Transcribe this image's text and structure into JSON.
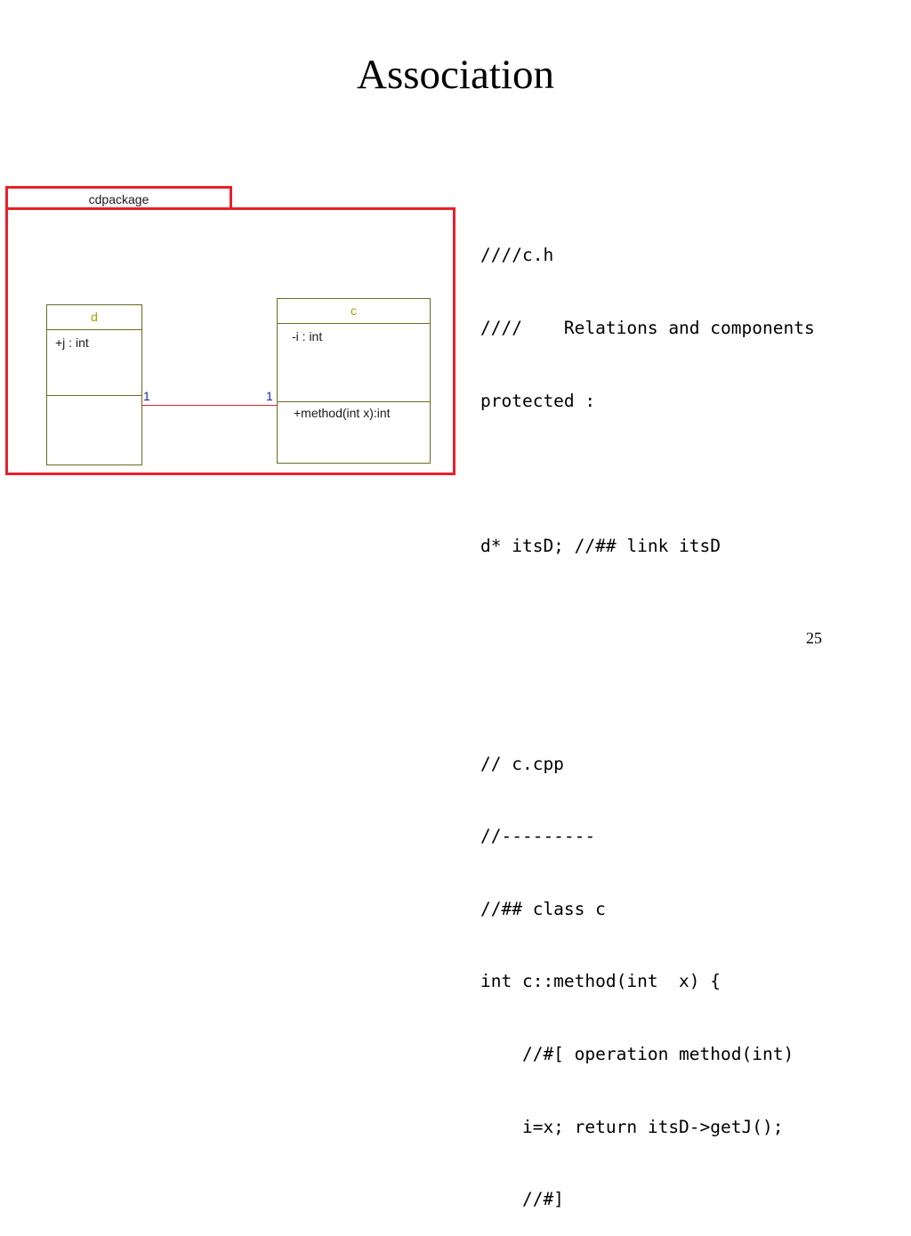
{
  "slide": {
    "title": "Association",
    "page_number": "25"
  },
  "diagram": {
    "package_name": "cdpackage",
    "classes": [
      {
        "name": "d",
        "attributes": [
          "+j : int"
        ],
        "operations": []
      },
      {
        "name": "c",
        "attributes": [
          "-i : int"
        ],
        "operations": [
          "+method(int x):int"
        ]
      }
    ],
    "association": {
      "multiplicity_d": "1",
      "multiplicity_c": "1"
    },
    "colors": {
      "package_border": "#e8202a",
      "association_line": "#e8202a",
      "class_name": "#a6a000",
      "multiplicity": "#2020c0"
    }
  },
  "code": {
    "lines": [
      "////c.h",
      "////    Relations and components",
      "protected :",
      "",
      "d* itsD; //## link itsD",
      "",
      "",
      "// c.cpp",
      "//---------",
      "//## class c",
      "int c::method(int  x) {",
      "    //#[ operation method(int)",
      "    i=x; return itsD->getJ();",
      "    //#]"
    ]
  }
}
